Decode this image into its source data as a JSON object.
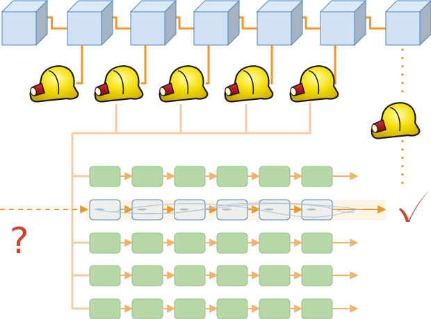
{
  "diagram": {
    "title": "",
    "question_mark": "?",
    "checkmark": "✓",
    "nodes": {
      "cube_count": 7,
      "helmet_count": 6,
      "helmets_attached_to_cubes": [
        2,
        3,
        4,
        5,
        6
      ],
      "detached_helmet_cube": 7
    },
    "pipelines": {
      "row_count": 5,
      "stages_per_row": 6,
      "highlighted_row": 2
    },
    "colors": {
      "cube_front": "#cfe1f3",
      "cube_top": "#dce9f6",
      "cube_side": "#a4b4c4",
      "cube_stroke": "#4a86c0",
      "link_orange": "#f7961e",
      "bus_light_orange": "#f9cb9c",
      "stage_green": "#b6d7a8",
      "stage_green_stroke": "#93c47d",
      "arrow_light_orange": "#f6b26b",
      "highlight_bg": "#fcf5e3",
      "highlight_stage_fill": "#eeeeea",
      "highlight_stage_stroke": "#4a86c0",
      "accent_red": "#d0452a",
      "helmet_yellow": "#f5e10a",
      "lamp_red": "#b0101c"
    }
  }
}
